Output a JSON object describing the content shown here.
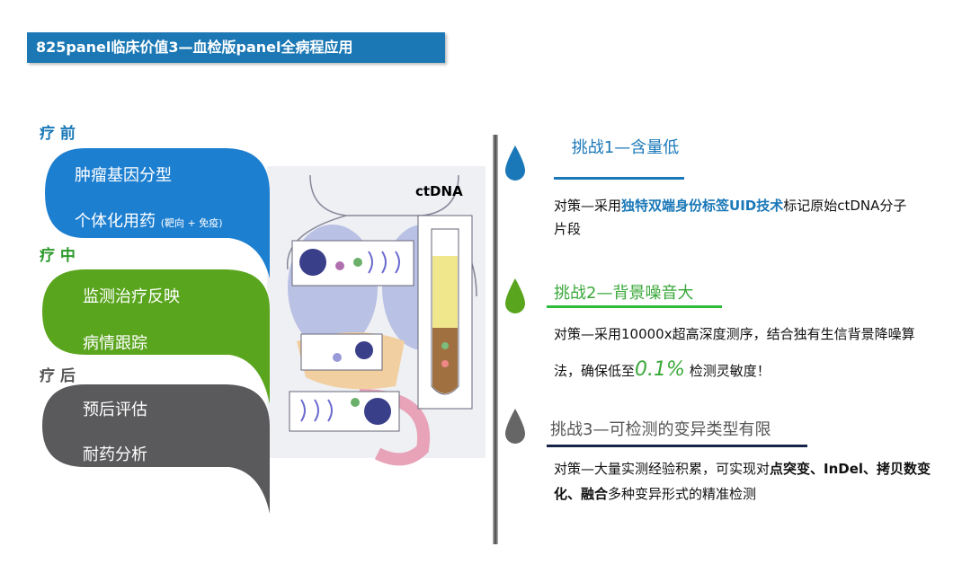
{
  "title": "825panel临床价值3—血检版panel全病程应用",
  "stages": [
    {
      "label": "疗 前",
      "color": "#1a78b8",
      "items": [
        "肿瘤基因分型",
        "个体化用药"
      ],
      "note": "(靶向 + 免疫)"
    },
    {
      "label": "疗 中",
      "color": "#5aa51e",
      "items": [
        "监测治疗反映",
        "病情跟踪"
      ]
    },
    {
      "label": "疗 后",
      "color": "#555555",
      "items": [
        "预后评估",
        "耐药分析"
      ]
    }
  ],
  "illustration": {
    "label": "ctDNA"
  },
  "challenges": [
    {
      "title": "挑战1—含量低",
      "color": "#1a78b8",
      "text": [
        {
          "t": "对策—采用"
        },
        {
          "t": "独特双端身份标签UID技术",
          "style": "blue"
        },
        {
          "t": "标记原始ctDNA分子片段"
        }
      ]
    },
    {
      "title": "挑战2—背景噪音大",
      "color": "#3aa83a",
      "text": [
        {
          "t": "对策—采用10000x超高深度测序，结合独有生信背景降噪算法，确保低至"
        },
        {
          "t": "0.1%",
          "style": "pct"
        },
        {
          "t": " 检测灵敏度！"
        }
      ]
    },
    {
      "title": "挑战3—可检测的变异类型有限",
      "color": "#555555",
      "text": [
        {
          "t": "对策—大量实测经验积累，可实现对"
        },
        {
          "t": "点突变、InDel、拷贝数变化、融合",
          "style": "bold"
        },
        {
          "t": "多种变异形式的精准检测"
        }
      ]
    }
  ]
}
